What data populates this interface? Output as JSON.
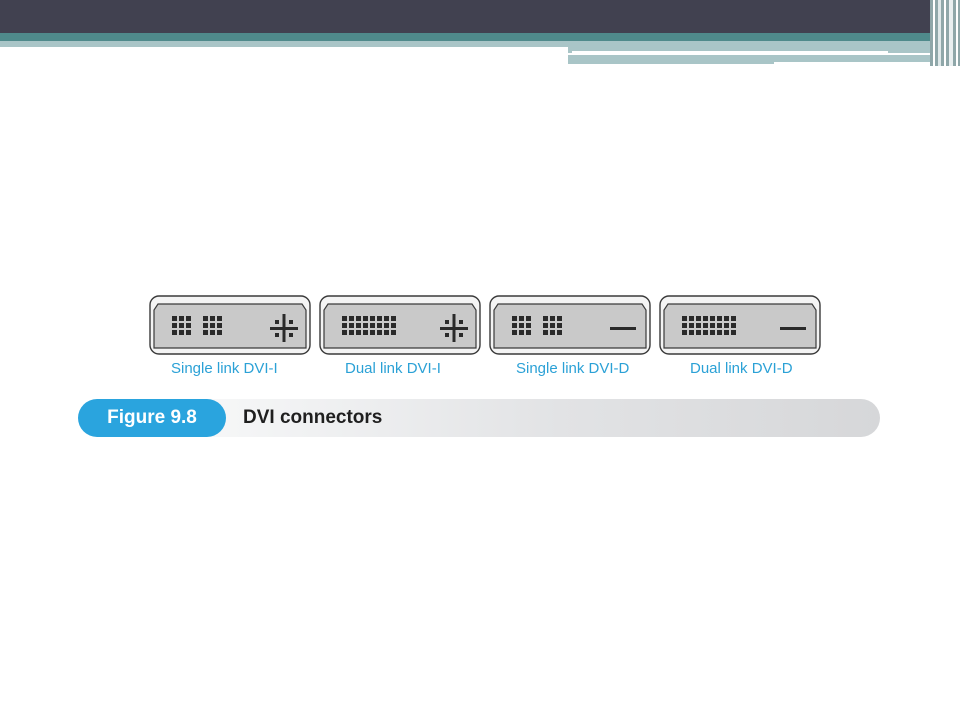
{
  "figure": {
    "connectors": [
      {
        "label": "Single link DVI-I"
      },
      {
        "label": "Dual link DVI-I"
      },
      {
        "label": "Single link DVI-D"
      },
      {
        "label": "Dual link DVI-D"
      }
    ],
    "caption_number": "Figure 9.8",
    "caption_title": "DVI connectors"
  },
  "colors": {
    "header_dark": "#414150",
    "header_teal": "#4f8a8b",
    "header_light": "#a9c5c7",
    "label_blue": "#2ba1d6",
    "badge_blue": "#2aa4de"
  }
}
